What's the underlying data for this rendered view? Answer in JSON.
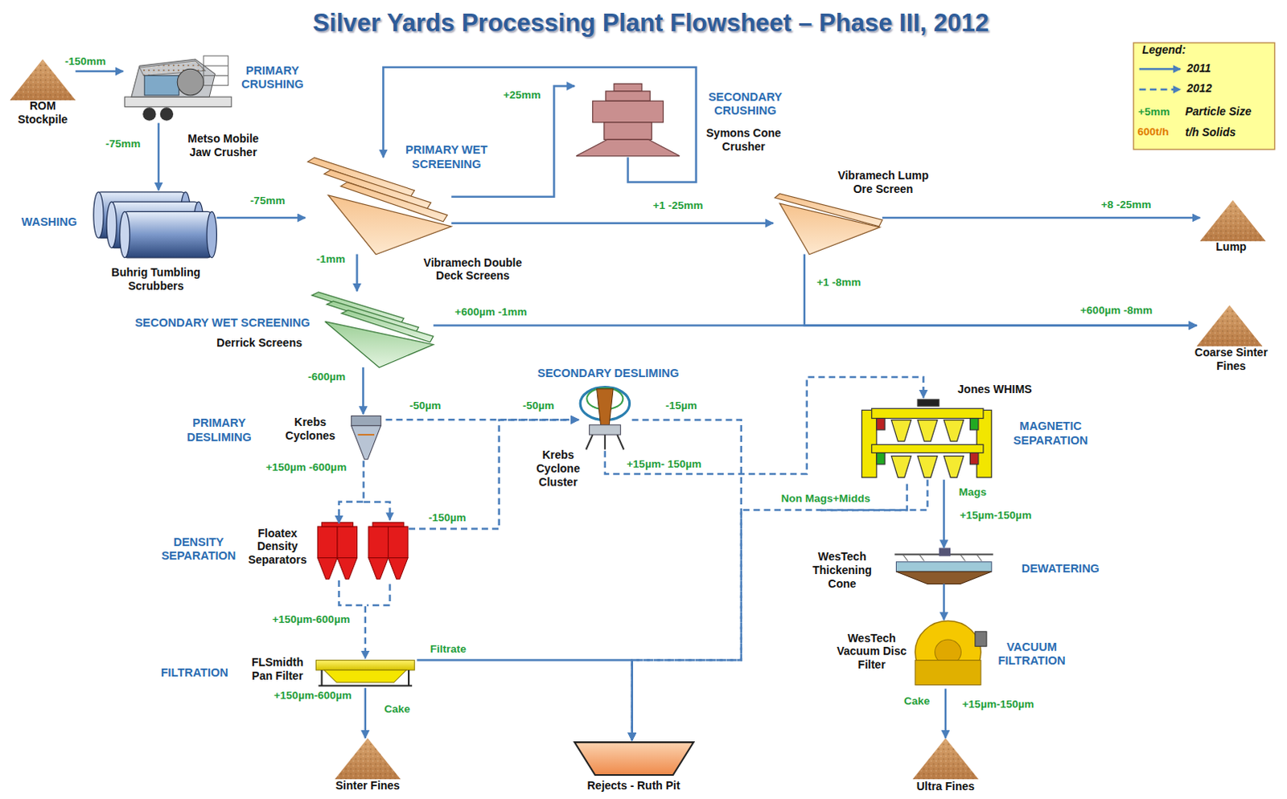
{
  "diagram": {
    "title": "Silver Yards Processing Plant Flowsheet – Phase III, 2012",
    "nodes": [
      {
        "text": [
          "ROM Stockpile"
        ]
      },
      {
        "text": [
          "Metso Mobile Jaw Crusher"
        ]
      },
      {
        "text": [
          "Buhrig Tumbling Scrubbers"
        ]
      },
      {
        "text": [
          "Vibramech Double Deck Screens"
        ]
      },
      {
        "text": [
          "Symons Cone Crusher"
        ]
      },
      {
        "text": [
          "Vibramech Lump Ore Screen"
        ]
      },
      {
        "text": [
          "Lump"
        ]
      },
      {
        "text": [
          "Derrick Screens"
        ]
      },
      {
        "text": [
          "Coarse Sinter Fines"
        ]
      },
      {
        "text": [
          "Krebs Cyclones"
        ]
      },
      {
        "text": [
          "Floatex Density Separators"
        ]
      },
      {
        "text": [
          "Krebs Cyclone Cluster"
        ]
      },
      {
        "text": [
          "Jones WHIMS"
        ]
      },
      {
        "text": [
          "FLSmidth Pan Filter"
        ]
      },
      {
        "text": [
          "Sinter Fines"
        ]
      },
      {
        "text": [
          "Rejects - Ruth Pit"
        ]
      },
      {
        "text": [
          "WesTech Thickening Cone"
        ]
      },
      {
        "text": [
          "WesTech Vacuum Disc Filter"
        ]
      },
      {
        "text": [
          "Ultra Fines"
        ]
      }
    ],
    "edges": [
      {
        "from": 0,
        "to": 1,
        "label": "-150mm",
        "arrow": "to"
      },
      {
        "from": 1,
        "to": 2,
        "label": "-75mm",
        "arrow": "to"
      },
      {
        "from": 2,
        "to": 3,
        "label": "-75mm",
        "arrow": "to"
      },
      {
        "from": 3,
        "to": 4,
        "label": "+25mm",
        "arrow": "to"
      },
      {
        "from": 4,
        "to": 3,
        "arrow": "to"
      },
      {
        "from": 3,
        "to": 5,
        "label": "+1 -25mm",
        "arrow": "to"
      },
      {
        "from": 5,
        "to": 6,
        "label": "+8 -25mm",
        "arrow": "to"
      },
      {
        "from": 5,
        "to": 8,
        "label": "+1 -8mm",
        "arrow": "to"
      },
      {
        "from": 3,
        "to": 7,
        "label": "-1mm",
        "arrow": "to"
      },
      {
        "from": 7,
        "to": 8,
        "label": "+600µm -1mm",
        "arrow": "to"
      },
      {
        "from": 7,
        "to": 9,
        "label": "-600µm",
        "arrow": "to"
      },
      {
        "from": 9,
        "to": 11,
        "label": "-50µm",
        "arrow": "to"
      },
      {
        "from": 9,
        "to": 10,
        "label": "+150µm -600µm",
        "arrow": "to"
      },
      {
        "from": 10,
        "to": 11,
        "label": "-150µm",
        "arrow": "to"
      },
      {
        "from": 10,
        "to": 13,
        "label": "+150µm-600µm",
        "arrow": "to"
      },
      {
        "from": 11,
        "to": 15,
        "label": "-15µm",
        "arrow": "to"
      },
      {
        "from": 11,
        "to": 12,
        "label": "+15µm- 150µm",
        "arrow": "to"
      },
      {
        "from": 12,
        "to": 15,
        "label": "Non Mags+Midds",
        "arrow": "to"
      },
      {
        "from": 12,
        "to": 16,
        "label": "Mags",
        "arrow": "to"
      },
      {
        "from": 13,
        "to": 15,
        "label": "Filtrate",
        "arrow": "to"
      },
      {
        "from": 13,
        "to": 14,
        "label": "Cake",
        "arrow": "to"
      },
      {
        "from": 16,
        "to": 17,
        "arrow": "to"
      },
      {
        "from": 17,
        "to": 18,
        "label": "Cake",
        "arrow": "to"
      }
    ],
    "labels": [
      "PRIMARY CRUSHING",
      "WASHING",
      "PRIMARY WET SCREENING",
      "SECONDARY CRUSHING",
      "SECONDARY WET SCREENING",
      "PRIMARY DESLIMING",
      "SECONDARY DESLIMING",
      "DENSITY SEPARATION",
      "FILTRATION",
      "MAGNETIC SEPARATION",
      "DEWATERING",
      "VACUUM FILTRATION",
      "-50µm",
      "+600µm -8mm",
      "+15µm-150µm",
      "+150µm-600µm",
      "+15µm-150µm",
      "Legend:",
      "+5mm",
      "600t/h"
    ],
    "legend": [
      {
        "text": "2011"
      },
      {
        "text": "2012"
      },
      {
        "text": "Particle Size"
      },
      {
        "text": "t/h Solids"
      }
    ]
  }
}
